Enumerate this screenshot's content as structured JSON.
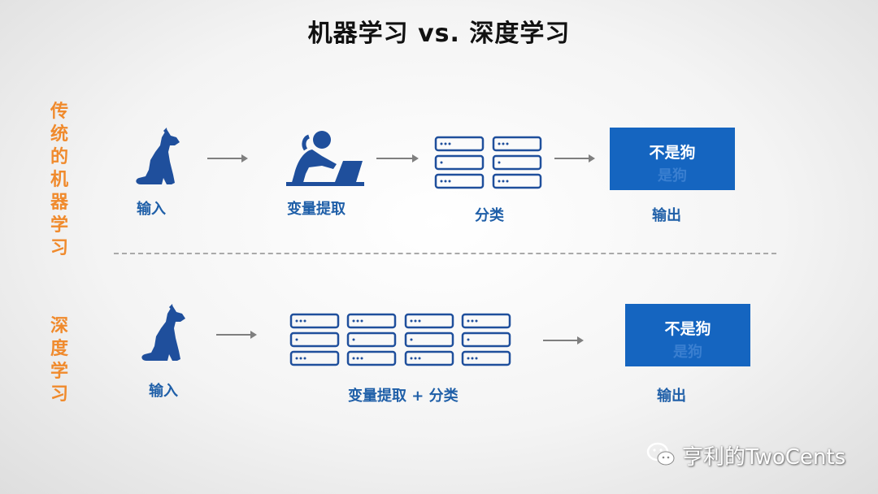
{
  "title": "机器学习 vs. 深度学习",
  "traditional": {
    "side_label": [
      "传",
      "统",
      "的",
      "机",
      "器",
      "学",
      "习"
    ],
    "input_label": "输入",
    "feature_label": "变量提取",
    "classify_label": "分类",
    "output_label": "输出",
    "output_main": "不是狗",
    "output_ghost": "是狗"
  },
  "deep": {
    "side_label": [
      "深",
      "度",
      "学",
      "习"
    ],
    "input_label": "输入",
    "process_label": "变量提取 + 分类",
    "output_label": "输出",
    "output_main": "不是狗",
    "output_ghost": "是狗"
  },
  "watermark": "亨利的TwoCents",
  "icons": [
    "dog-icon",
    "person-laptop-icon",
    "server-stack-icon",
    "arrow-icon",
    "wechat-icon"
  ],
  "colors": {
    "accent_blue": "#1f5fa8",
    "box_blue": "#1565c0",
    "side_orange": "#f08a2c",
    "arrow_gray": "#7f7f7f"
  }
}
